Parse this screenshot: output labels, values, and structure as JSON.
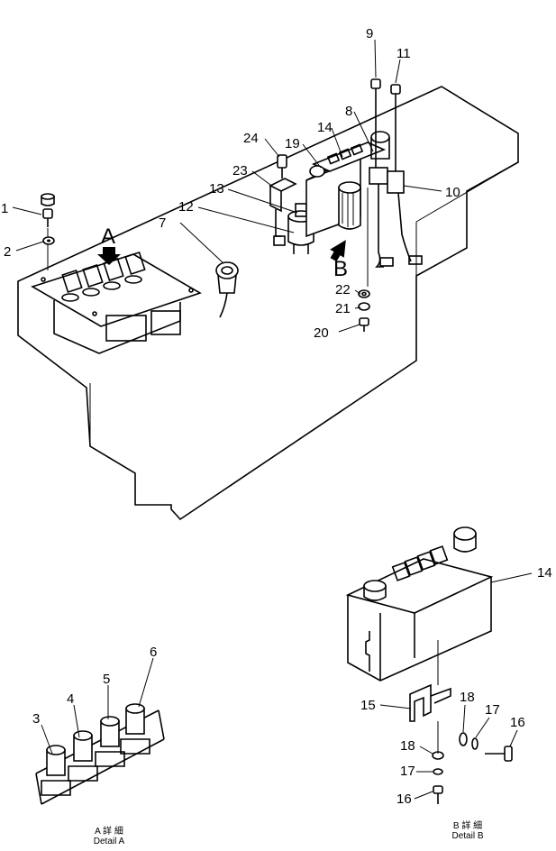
{
  "callouts": {
    "c1": "1",
    "c2": "2",
    "c3": "3",
    "c4": "4",
    "c5": "5",
    "c6": "6",
    "c7": "7",
    "c8": "8",
    "c9": "9",
    "c10": "10",
    "c11": "11",
    "c12": "12",
    "c13": "13",
    "c14_top": "14",
    "c14_detail": "14",
    "c15": "15",
    "c16_a": "16",
    "c16_b": "16",
    "c17_a": "17",
    "c17_b": "17",
    "c18_a": "18",
    "c18_b": "18",
    "c19": "19",
    "c20": "20",
    "c21": "21",
    "c22": "22",
    "c23": "23",
    "c24": "24"
  },
  "view_letters": {
    "a": "A",
    "b": "B"
  },
  "detail_captions": {
    "a_jp": "A 詳 細",
    "a_en": "Detail A",
    "b_jp": "B 詳 細",
    "b_en": "Detail B"
  }
}
